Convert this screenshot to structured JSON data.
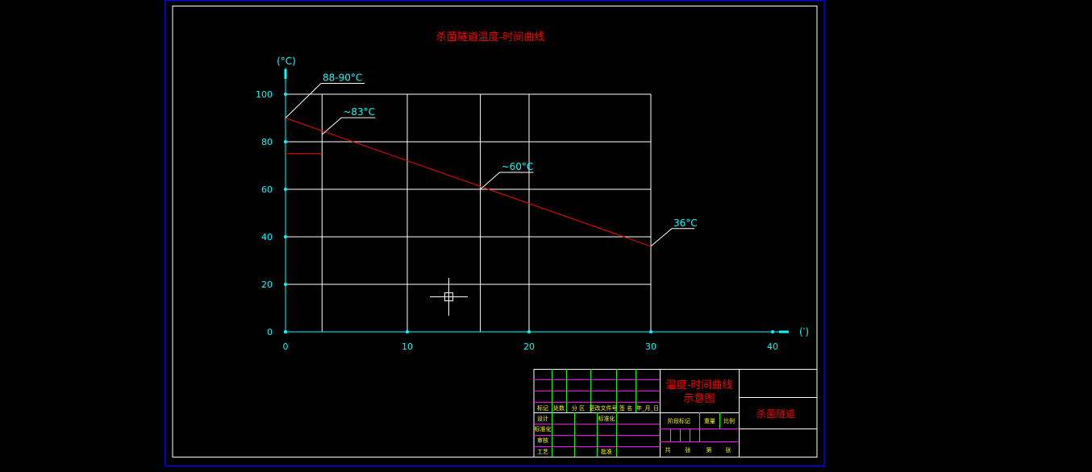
{
  "colors": {
    "background": "#000000",
    "grid": "#ffffff",
    "axis": "#00ffff",
    "curve": "#ff0000",
    "title": "#ff0000",
    "callout_text": "#00ffff",
    "sheet_border_outer": "#0000ff",
    "sheet_border_inner": "#ffffff",
    "table_purple": "#ff00ff",
    "table_green": "#00ff00",
    "table_text": "#ffff00"
  },
  "drawing": {
    "title": "杀菌隧道温度-时间曲线"
  },
  "chart_data": {
    "type": "line",
    "title": "杀菌隧道温度-时间曲线",
    "ylabel": "(°C)",
    "xlabel": "(′)",
    "xlim": [
      0,
      40
    ],
    "ylim": [
      0,
      100
    ],
    "x_ticks": [
      0,
      10,
      20,
      30,
      40
    ],
    "y_ticks": [
      0,
      20,
      40,
      60,
      80,
      100
    ],
    "x_tick_labels": [
      "0",
      "10",
      "20",
      "30",
      "40"
    ],
    "y_tick_labels": [
      "0",
      "20",
      "40",
      "60",
      "80",
      "100"
    ],
    "grid_x": [
      3,
      10,
      16,
      20,
      30
    ],
    "grid_y": [
      20,
      40,
      60,
      80,
      100
    ],
    "grid_xlim": [
      0,
      30
    ],
    "series": [
      {
        "x": [
          0,
          30
        ],
        "y": [
          90,
          36
        ]
      }
    ],
    "marker_segment": {
      "x": [
        0,
        3
      ],
      "y": [
        75,
        75
      ]
    },
    "annotations": [
      {
        "text": "88-90°C",
        "x": 0,
        "y": 90
      },
      {
        "text": "~83°C",
        "x": 3,
        "y": 83
      },
      {
        "text": "~60°C",
        "x": 16,
        "y": 60
      },
      {
        "text": "36°C",
        "x": 30,
        "y": 36
      }
    ]
  },
  "title_block": {
    "drawing_title_line1": "温度-时间曲线",
    "drawing_title_line2": "示意图",
    "project_name": "杀菌隧道",
    "header_cells": [
      "标记",
      "处数",
      "分 区",
      "更改文件号",
      "签 名",
      "年_月_日"
    ],
    "left_rows": [
      "设计",
      "标准化",
      "审核",
      "",
      "工艺",
      "批准"
    ],
    "mid_labels": [
      "阶段标记",
      "重量",
      "比例"
    ],
    "bottom_labels": [
      "共",
      "张",
      "第",
      "张"
    ]
  }
}
